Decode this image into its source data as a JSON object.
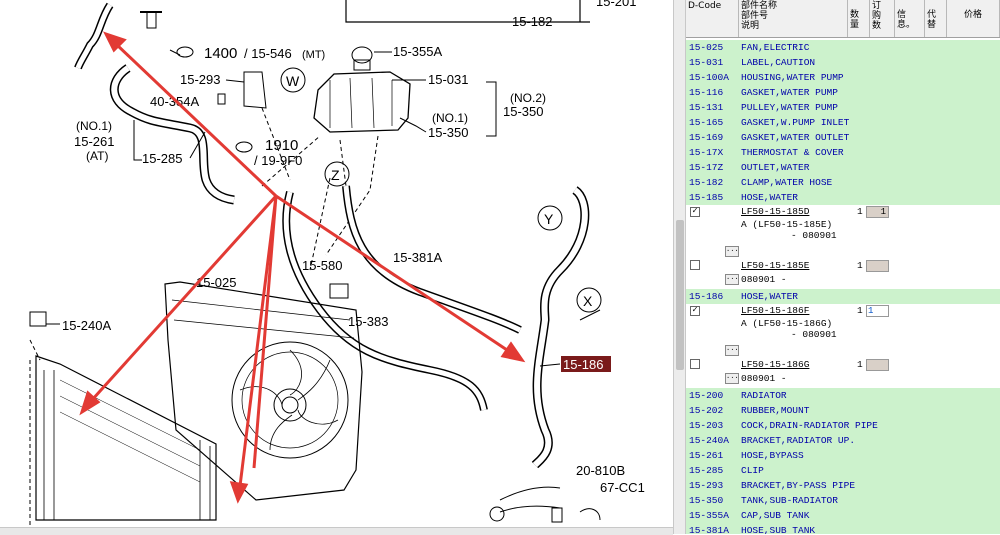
{
  "diagram": {
    "labels": {
      "l15201": "15-201",
      "l15182": "15-182",
      "l1400": "1400",
      "l15546": "/ 15-546",
      "lmt": "(MT)",
      "l15355a": "15-355A",
      "l15293": "15-293",
      "l15031": "15-031",
      "l40354a": "40-354A",
      "lno2": "(NO.2)",
      "l15350a": "15-350",
      "lno1b": "(NO.1)",
      "l15350b": "15-350",
      "lno1": "(NO.1)",
      "l15261": "15-261",
      "lat": "(AT)",
      "l1910": "1910",
      "l199f0": "/ 19-9F0",
      "l15285": "15-285",
      "l15580": "15-580",
      "l15381a": "15-381A",
      "l15025": "15-025",
      "l15383": "15-383",
      "l15240a": "15-240A",
      "l15186": "15-186",
      "l20810b": "20-810B",
      "l67cc1": "67-CC1",
      "cw": "W",
      "cz": "Z",
      "cy": "Y",
      "cx": "X"
    }
  },
  "parts": {
    "headers": {
      "dcode": "D-Code",
      "name1": "部件名称",
      "name2": "部件号",
      "name3": "说明",
      "qty1": "数",
      "qty2": "量",
      "ord1": "订",
      "ord2": "购",
      "ord3": "数",
      "info1": "信",
      "info2": "息。",
      "sub1": "代",
      "sub2": "替",
      "price": "价格"
    },
    "groups": [
      {
        "code": "15-025",
        "desc": "FAN,ELECTRIC"
      },
      {
        "code": "15-031",
        "desc": "LABEL,CAUTION"
      },
      {
        "code": "15-100A",
        "desc": "HOUSING,WATER PUMP"
      },
      {
        "code": "15-116",
        "desc": "GASKET,WATER PUMP"
      },
      {
        "code": "15-131",
        "desc": "PULLEY,WATER PUMP"
      },
      {
        "code": "15-165",
        "desc": "GASKET,W.PUMP INLET"
      },
      {
        "code": "15-169",
        "desc": "GASKET,WATER OUTLET"
      },
      {
        "code": "15-17X",
        "desc": "THERMOSTAT & COVER"
      },
      {
        "code": "15-17Z",
        "desc": "OUTLET,WATER"
      },
      {
        "code": "15-182",
        "desc": "CLAMP,WATER HOSE"
      },
      {
        "code": "15-185",
        "desc": "HOSE,WATER"
      }
    ],
    "sub185": [
      {
        "check": "✓",
        "pn": "LF50-15-185D",
        "qty": "1",
        "ord": "1",
        "l1": "A (LF50-15-185E)",
        "l2": "- 080901"
      },
      {
        "check": "",
        "pn": "LF50-15-185E",
        "qty": "1",
        "ord": "",
        "l1": "080901  -",
        "l2": ""
      }
    ],
    "group186": {
      "code": "15-186",
      "desc": "HOSE,WATER"
    },
    "sub186": [
      {
        "check": "✓",
        "pn": "LF50-15-186F",
        "qty": "1",
        "ord": "1",
        "l1": "A (LF50-15-186G)",
        "l2": "- 080901"
      },
      {
        "check": "",
        "pn": "LF50-15-186G",
        "qty": "1",
        "ord": "",
        "l1": "080901  -",
        "l2": ""
      }
    ],
    "groups2": [
      {
        "code": "15-200",
        "desc": "RADIATOR"
      },
      {
        "code": "15-202",
        "desc": "RUBBER,MOUNT"
      },
      {
        "code": "15-203",
        "desc": "COCK,DRAIN-RADIATOR PIPE"
      },
      {
        "code": "15-240A",
        "desc": "BRACKET,RADIATOR UP."
      },
      {
        "code": "15-261",
        "desc": "HOSE,BYPASS"
      },
      {
        "code": "15-285",
        "desc": "CLIP"
      },
      {
        "code": "15-293",
        "desc": "BRACKET,BY-PASS PIPE"
      },
      {
        "code": "15-350",
        "desc": "TANK,SUB-RADIATOR"
      },
      {
        "code": "15-355A",
        "desc": "CAP,SUB TANK"
      },
      {
        "code": "15-381A",
        "desc": "HOSE,SUB TANK"
      }
    ],
    "more_btn": "..."
  }
}
